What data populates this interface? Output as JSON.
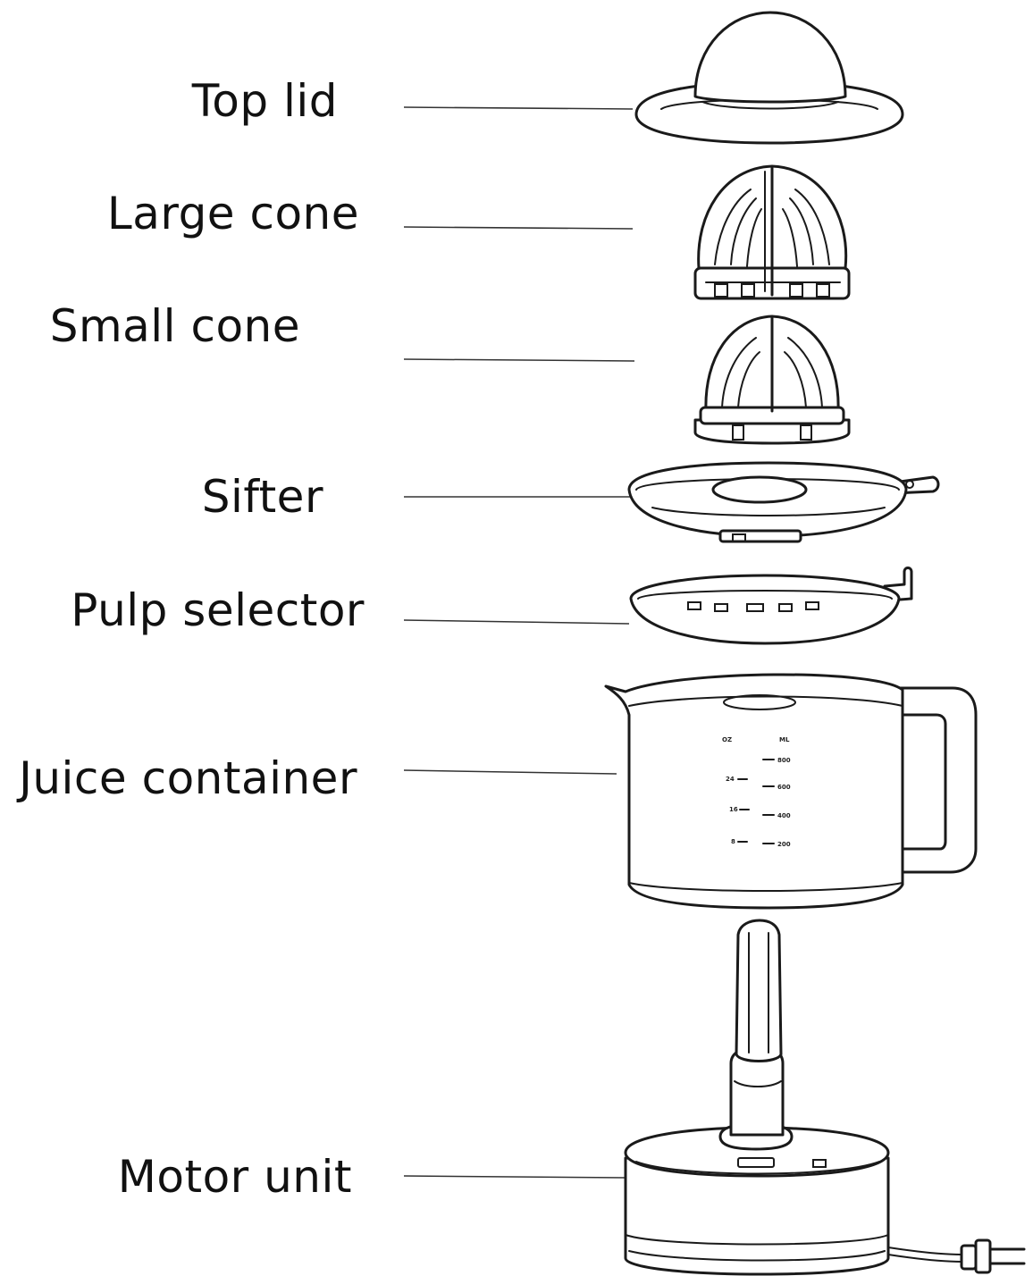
{
  "parts": [
    {
      "id": "top-lid",
      "label": "Top lid"
    },
    {
      "id": "large-cone",
      "label": "Large cone"
    },
    {
      "id": "small-cone",
      "label": "Small cone"
    },
    {
      "id": "sifter",
      "label": "Sifter"
    },
    {
      "id": "pulp-selector",
      "label": "Pulp selector"
    },
    {
      "id": "juice-container",
      "label": "Juice container"
    },
    {
      "id": "motor-unit",
      "label": "Motor unit"
    }
  ],
  "container_scale": {
    "oz_header": "OZ",
    "ml_header": "ML",
    "oz_ticks": [
      "24",
      "16",
      "8"
    ],
    "ml_ticks": [
      "800",
      "600",
      "400",
      "200"
    ]
  },
  "colors": {
    "line": "#1a1a1a",
    "background": "#ffffff",
    "text": "#111111"
  }
}
